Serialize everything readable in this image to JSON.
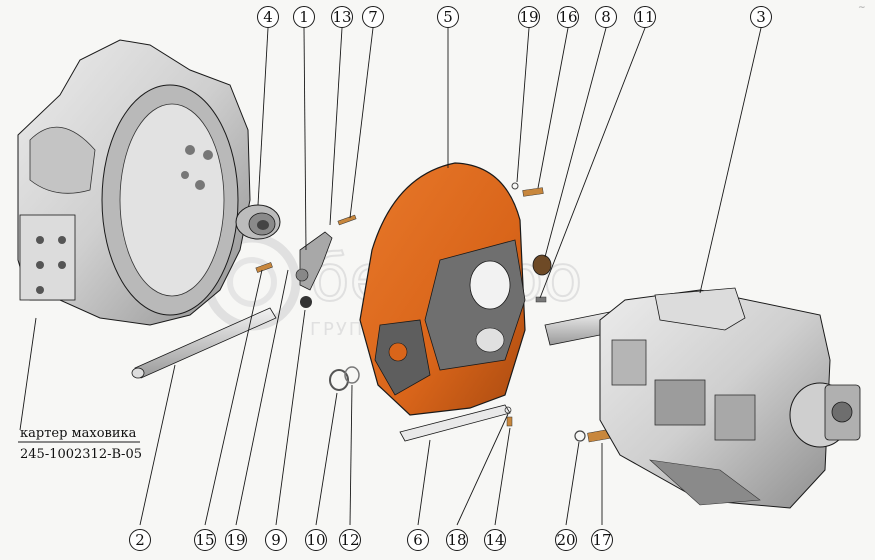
{
  "callouts_top": [
    "4",
    "1",
    "13",
    "7",
    "5",
    "19",
    "16",
    "8",
    "11",
    "3"
  ],
  "callouts_bottom": [
    "2",
    "15",
    "19",
    "9",
    "10",
    "12",
    "6",
    "18",
    "14",
    "20",
    "17"
  ],
  "part_label": {
    "name": "картер маховика",
    "code": "245-1002312-В-05"
  },
  "watermark": {
    "brand": "белагро",
    "subtitle": "ГРУППА КОМПАНИЙ"
  },
  "corner_mark": "~",
  "colors": {
    "orange_housing": "#d9651a",
    "metal_light": "#d6d6d6",
    "metal_mid": "#a9a9a9",
    "metal_dark": "#6e6e6e",
    "line": "#1a1a1a"
  }
}
